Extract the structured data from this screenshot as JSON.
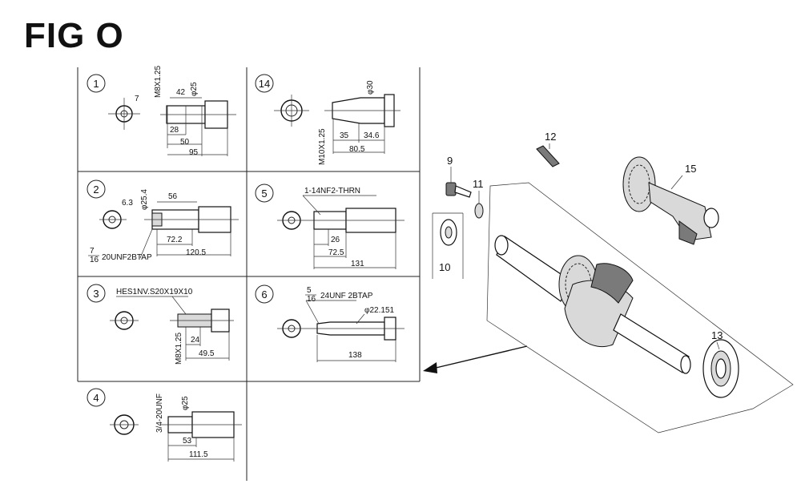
{
  "title": "FIG O",
  "panels": [
    {
      "id": "1",
      "dims": [
        "M8X1.25",
        "42",
        "φ25",
        "7",
        "28",
        "50",
        "95"
      ]
    },
    {
      "id": "14",
      "dims": [
        "φ30",
        "M10X1.25",
        "35",
        "34.6",
        "80.5"
      ]
    },
    {
      "id": "2",
      "dims": [
        "φ25.4",
        "56",
        "6.3",
        "72.2",
        "120.5"
      ],
      "note": "7/16 20UNF2BTAP",
      "note_num": "7",
      "note_den": "16",
      "note_text": "20UNF2BTAP"
    },
    {
      "id": "5",
      "dims": [
        "26",
        "72.5",
        "131"
      ],
      "note": "1-14NF2-THRN"
    },
    {
      "id": "3",
      "dims": [
        "M8X1.25",
        "24",
        "49.5"
      ],
      "note": "HES1NV.S20X19X10"
    },
    {
      "id": "6",
      "dims": [
        "φ22.151",
        "138"
      ],
      "note": "5/16 24UNF 2BTAP",
      "note_num": "5",
      "note_den": "16",
      "note_text": "24UNF 2BTAP"
    },
    {
      "id": "4",
      "dims": [
        "3/4-20UNF",
        "φ25",
        "53",
        "111.5"
      ]
    }
  ],
  "callouts": [
    "9",
    "11",
    "12",
    "15",
    "10",
    "13"
  ]
}
